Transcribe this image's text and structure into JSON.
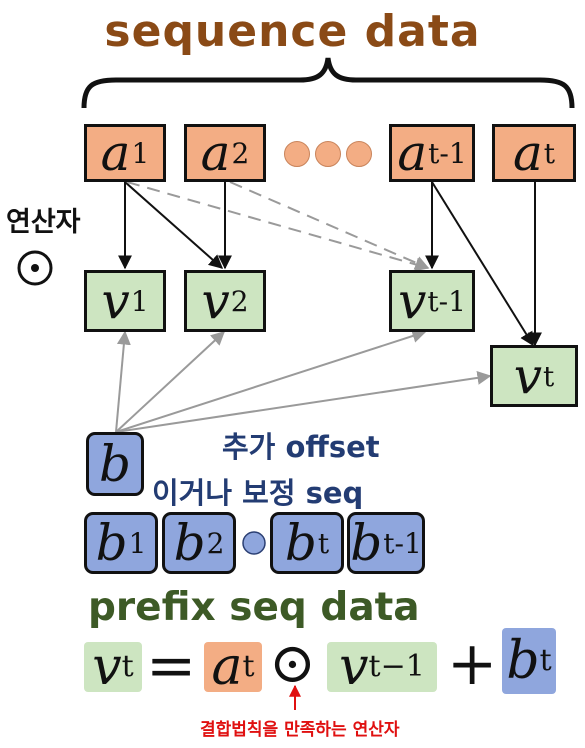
{
  "title": "sequence data",
  "operator_label": "연산자",
  "inputs": [
    {
      "base": "a",
      "sub": "1"
    },
    {
      "base": "a",
      "sub": "2"
    },
    {
      "base": "a",
      "sub": "t-1"
    },
    {
      "base": "a",
      "sub": "t"
    }
  ],
  "outputs": [
    {
      "base": "v",
      "sub": "1"
    },
    {
      "base": "v",
      "sub": "2"
    },
    {
      "base": "v",
      "sub": "t-1"
    },
    {
      "base": "v",
      "sub": "t"
    }
  ],
  "offset": {
    "base": "b"
  },
  "offset_note_line1": "추가 offset",
  "offset_note_line2": "이거나 보정 seq",
  "offset_sequence": [
    {
      "base": "b",
      "sub": "1"
    },
    {
      "base": "b",
      "sub": "2"
    },
    {
      "base": "b",
      "sub": "t"
    },
    {
      "base": "b",
      "sub": "t-1"
    }
  ],
  "prefix_label": "prefix seq data",
  "equation": {
    "lhs": {
      "base": "v",
      "sub": "t"
    },
    "equals": "=",
    "term1": {
      "base": "a",
      "sub": "t"
    },
    "op": "⊙",
    "term2": {
      "base": "v",
      "sub": "t−1"
    },
    "plus": "+",
    "term3": {
      "base": "b",
      "sub": "t"
    }
  },
  "operator_note": "결합법칙을 만족하는 연산자",
  "colors": {
    "input": "#f3ad84",
    "output": "#cde5c1",
    "offset": "#8fa6dd",
    "title": "#8a4a16",
    "note": "#e01010"
  }
}
